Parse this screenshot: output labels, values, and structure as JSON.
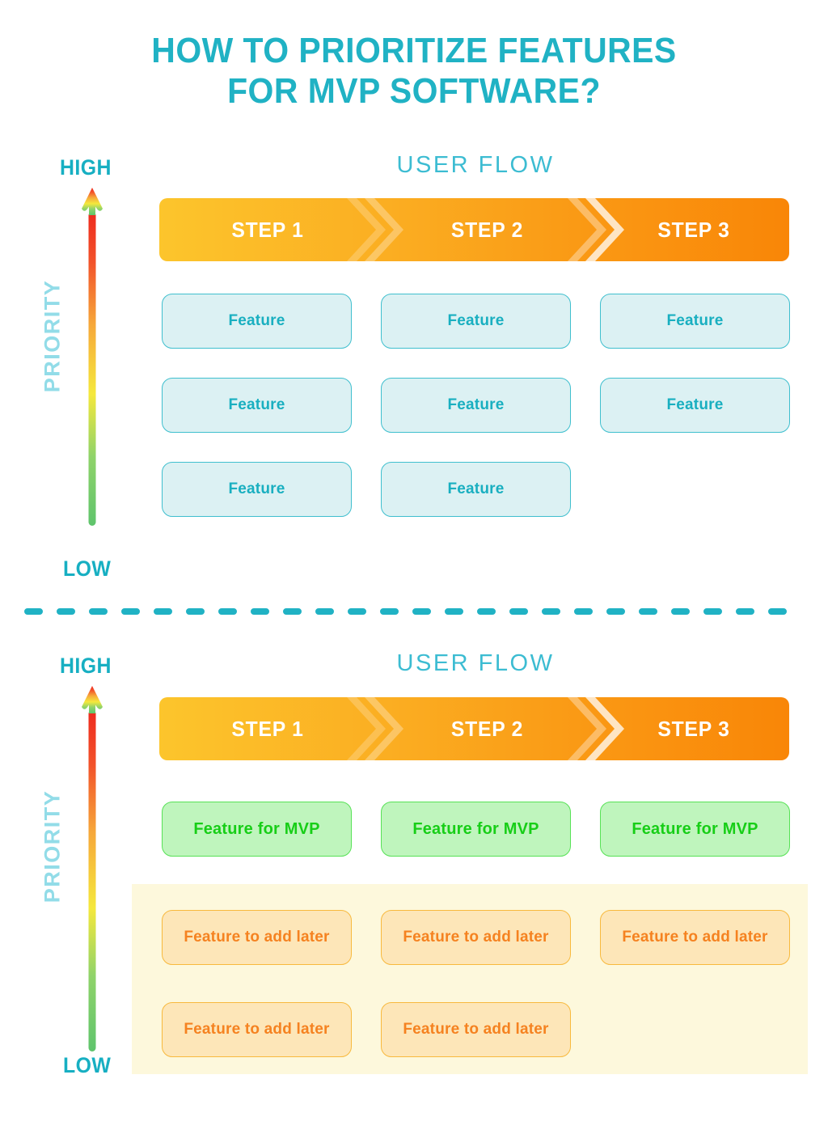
{
  "title": {
    "line1": "HOW TO PRIORITIZE FEATURES",
    "line2": "FOR MVP SOFTWARE?"
  },
  "colors": {
    "teal": "#20B2C4",
    "teal_light": "#92DCE8",
    "feature_fill": "#DCF1F3",
    "feature_border": "#3FBFCE",
    "mvp_fill": "#BFF5BD",
    "mvp_border": "#57E256",
    "mvp_text": "#17CE17",
    "later_fill": "#FDE6B8",
    "later_border": "#F8B93D",
    "later_text": "#F58220",
    "later_band": "#FDF8DC",
    "step_start": "#FCC52C",
    "step_end": "#F98607",
    "arrow_top": "#EE2A1E",
    "arrow_mid": "#F5E83C",
    "arrow_bottom": "#5FC46C"
  },
  "axis": {
    "high": "HIGH",
    "low": "LOW",
    "priority": "PRIORITY"
  },
  "flow": {
    "heading": "USER FLOW",
    "steps": [
      "STEP 1",
      "STEP 2",
      "STEP 3"
    ]
  },
  "sections": [
    {
      "id": "all-features",
      "rows": [
        [
          "Feature",
          "Feature",
          "Feature"
        ],
        [
          "Feature",
          "Feature",
          "Feature"
        ],
        [
          "Feature",
          "Feature",
          null
        ]
      ]
    },
    {
      "id": "prioritized",
      "rows": [
        [
          "Feature for MVP",
          "Feature for MVP",
          "Feature for MVP"
        ],
        [
          "Feature to add later",
          "Feature to add later",
          "Feature to add later"
        ],
        [
          "Feature to add later",
          "Feature to add later",
          null
        ]
      ]
    }
  ]
}
